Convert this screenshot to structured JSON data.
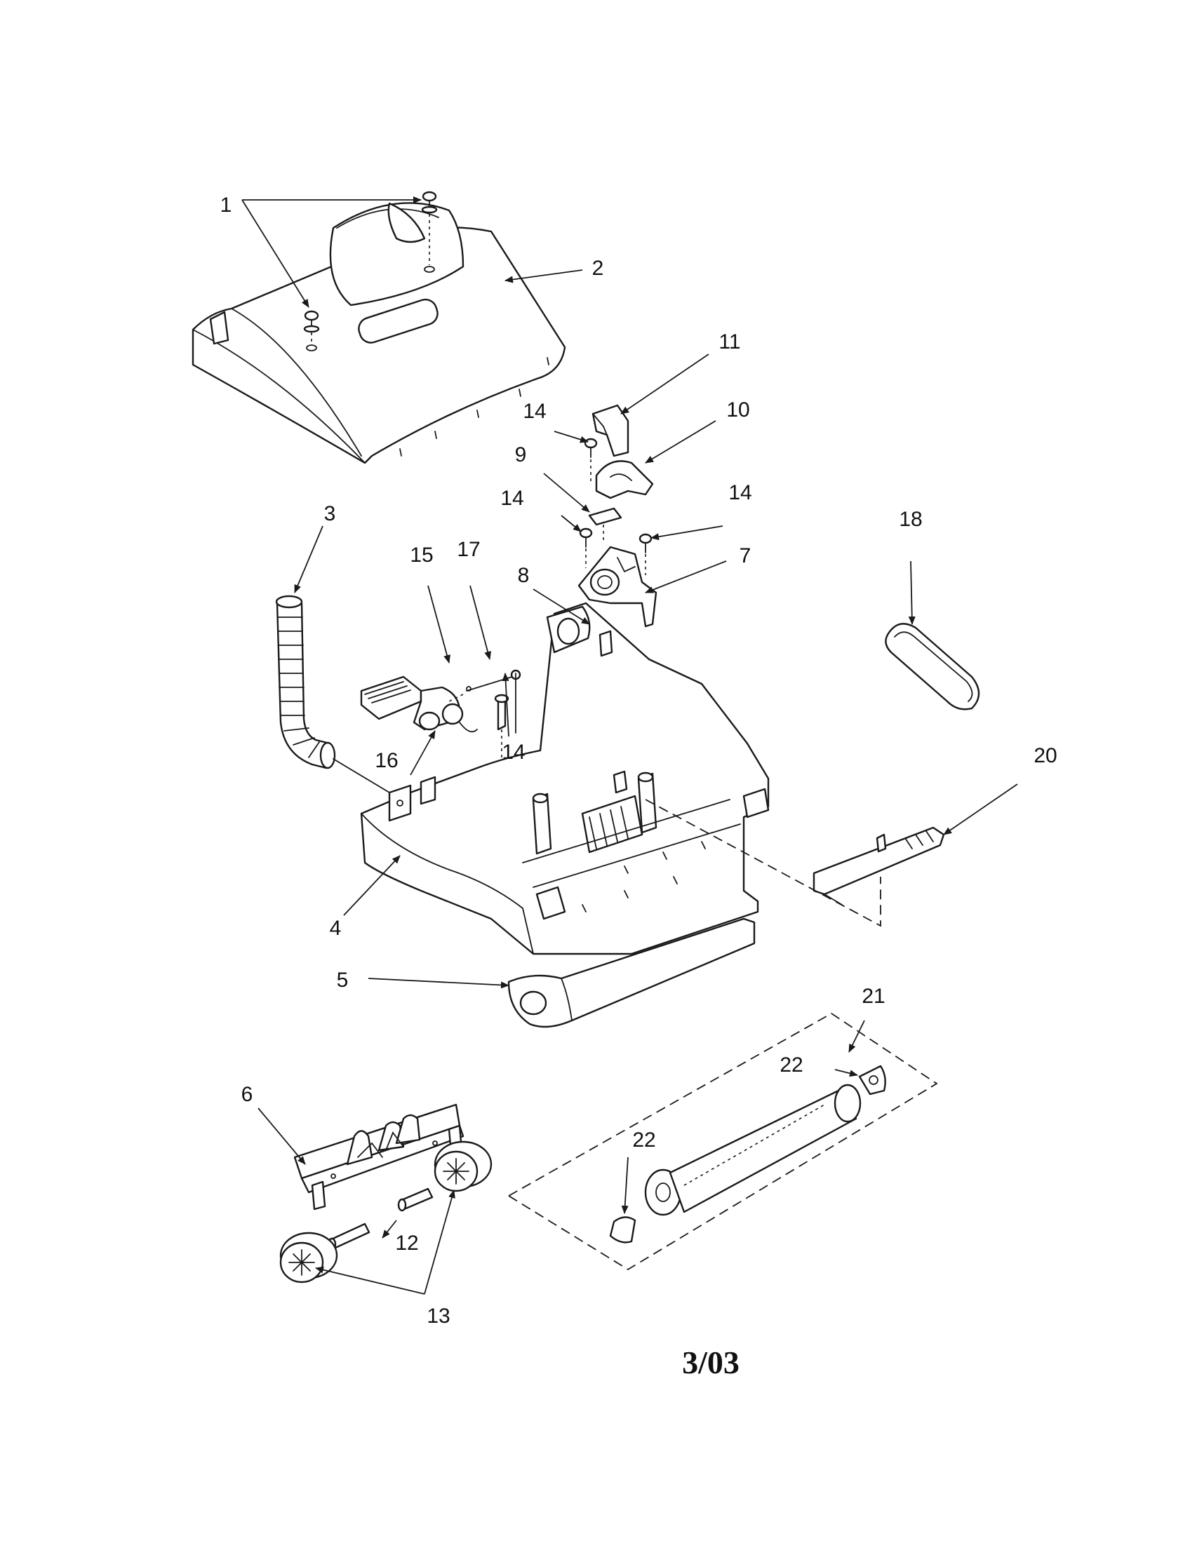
{
  "diagram": {
    "callouts": [
      "1",
      "2",
      "3",
      "4",
      "5",
      "6",
      "7",
      "8",
      "9",
      "10",
      "11",
      "12",
      "13",
      "14",
      "14",
      "14",
      "14",
      "15",
      "16",
      "17",
      "18",
      "20",
      "21",
      "22",
      "22"
    ],
    "footer_date": "3/03"
  }
}
